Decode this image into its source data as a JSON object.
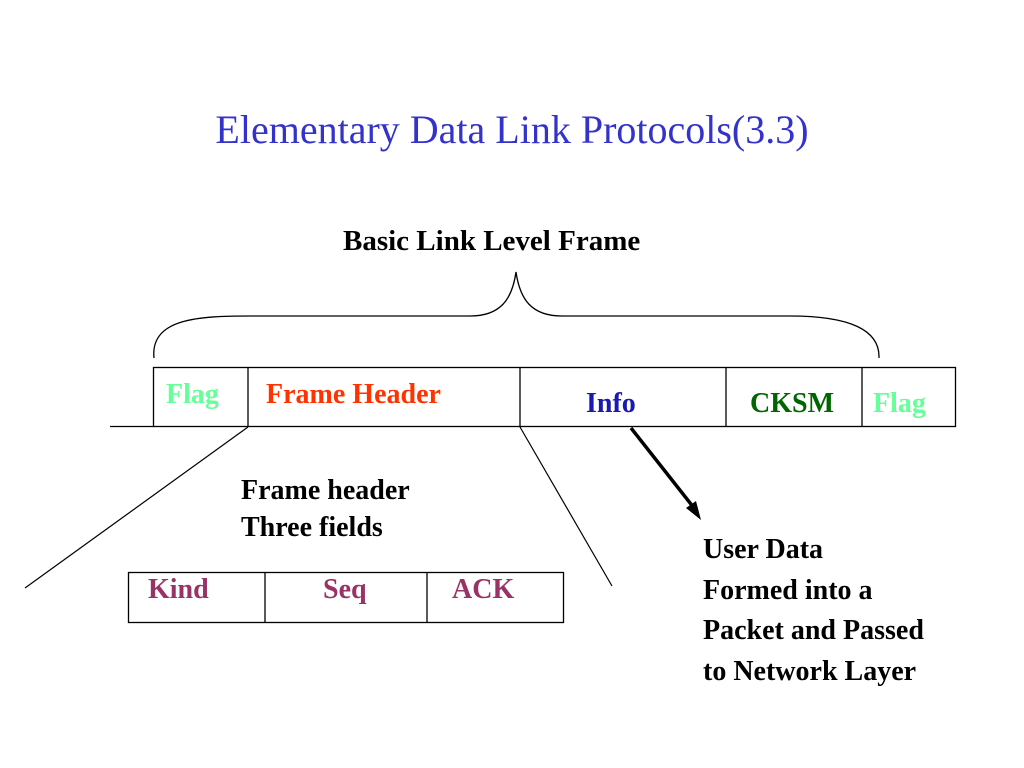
{
  "slide": {
    "title": "Elementary Data Link Protocols(3.3)"
  },
  "frame": {
    "title": "Basic Link Level Frame",
    "fields": {
      "flag_start": "Flag",
      "header": "Frame Header",
      "info": "Info",
      "checksum": "CKSM",
      "flag_end": "Flag"
    }
  },
  "header_note": {
    "lines": [
      "Frame header",
      "Three fields"
    ]
  },
  "header_fields": {
    "kind": "Kind",
    "seq": "Seq",
    "ack": "ACK"
  },
  "user_data_note": {
    "lines": [
      "User Data",
      "Formed into a",
      "Packet and Passed",
      "to Network Layer"
    ]
  },
  "colors": {
    "title": "#3333cc",
    "flag": "#66ff99",
    "frame_header": "#ff3300",
    "info": "#1a1ab3",
    "checksum": "#006600",
    "header_fields": "#993366",
    "text": "#000000",
    "line": "#000000"
  }
}
